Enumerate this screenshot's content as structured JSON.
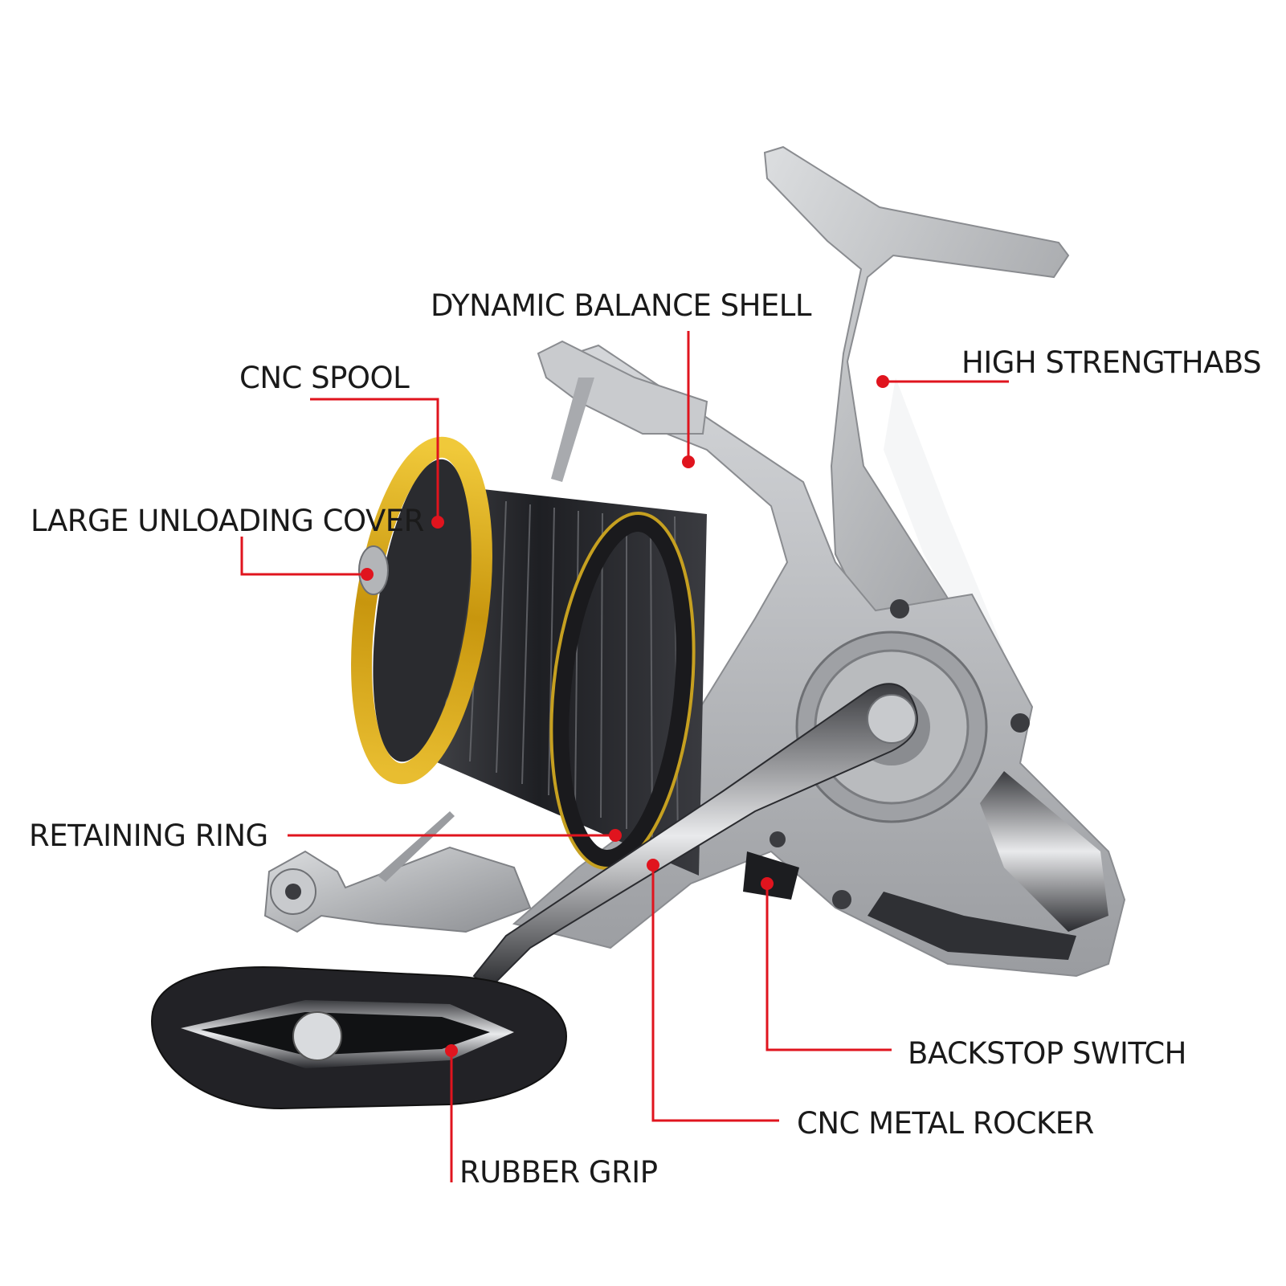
{
  "diagram": {
    "accent_color": "#e0141e",
    "callouts": [
      {
        "id": "shell",
        "label": "DYNAMIC BALANCE SHELL"
      },
      {
        "id": "arm",
        "label": "HIGH STRENGTHABS"
      },
      {
        "id": "spool",
        "label": "CNC SPOOL"
      },
      {
        "id": "cover",
        "label": "LARGE UNLOADING COVER"
      },
      {
        "id": "ring",
        "label": "RETAINING RING"
      },
      {
        "id": "switch",
        "label": "BACKSTOP SWITCH"
      },
      {
        "id": "rocker",
        "label": "CNC METAL ROCKER"
      },
      {
        "id": "grip",
        "label": "RUBBER GRIP"
      }
    ]
  },
  "product": {
    "icon": "spinning-fishing-reel",
    "colors": {
      "body": "#b9bbbe",
      "spool": "#2b2c30",
      "spool_lip": "#d4a418",
      "knob": "#222226"
    }
  }
}
